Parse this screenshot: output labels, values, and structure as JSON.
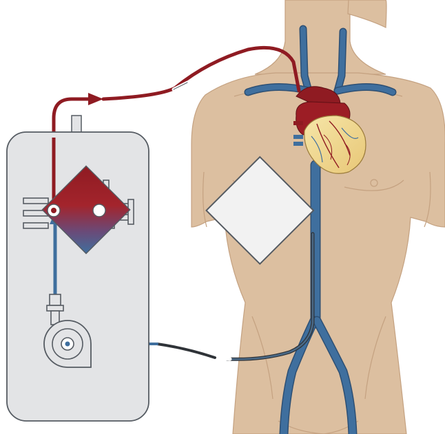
{
  "diagram": {
    "labels": [],
    "colors": {
      "skin": "#dcbfa0",
      "skin_outline": "#c4a180",
      "vein": "#3f6f9e",
      "vein_dark": "#2d4f73",
      "artery": "#8f1b22",
      "console": "#e3e4e6",
      "console_outline": "#555b62",
      "heart_fat": "#f2dd9a",
      "cannula_grey": "#2f3338"
    },
    "components": [
      "extracorporeal-console",
      "oxygenator",
      "centrifugal-pump",
      "venous-drainage-cannula",
      "arterial-return-cannula",
      "heart",
      "torso"
    ]
  }
}
